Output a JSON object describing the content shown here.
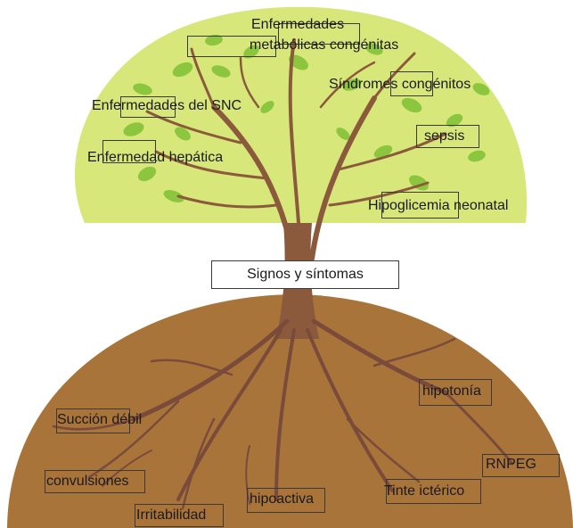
{
  "colors": {
    "canopy": "#d8e77a",
    "leaf": "#8cc63f",
    "trunk": "#8b5a3c",
    "soil": "#a9743a",
    "root": "#7a4a3a"
  },
  "tree_labels": {
    "metabolic_line1": "Enfermedades",
    "metabolic_line2": "metabólicas congénitas",
    "syndromes": "Síndromes congénitos",
    "cns": "Enfermedades del SNC",
    "sepsis": "sepsis",
    "hepatic": "Enfermedad hepática",
    "hypoglycemia": "Hipoglicemia neonatal"
  },
  "center_label": "Signos y síntomas",
  "root_labels": {
    "weak_suck": "Succión débil",
    "hypotonia": "hipotonía",
    "rnpeg": "RNPEG",
    "seizures": "convulsiones",
    "jaundice": "Tinte ictérico",
    "hypoactive": "hipoactiva",
    "irritability": "Irritabilidad"
  }
}
